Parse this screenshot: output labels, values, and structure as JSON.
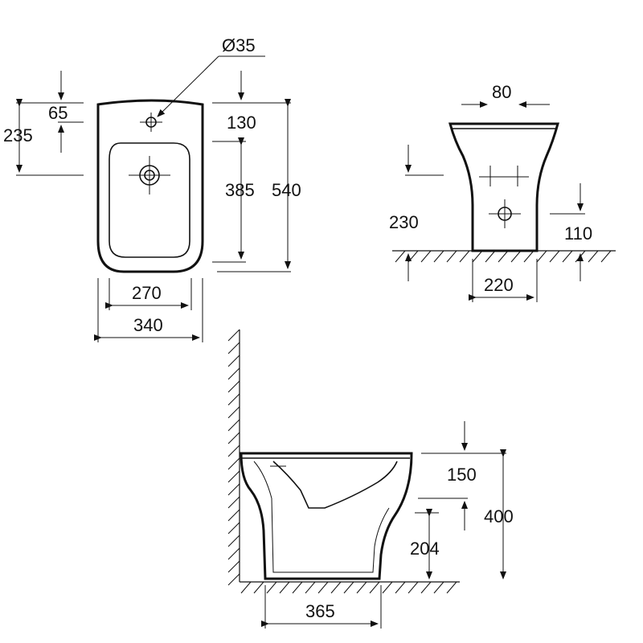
{
  "top_view": {
    "hole_diameter": "Ø35",
    "dim_65": "65",
    "dim_235": "235",
    "dim_130": "130",
    "dim_385": "385",
    "dim_540": "540",
    "dim_270": "270",
    "dim_340": "340"
  },
  "front_view": {
    "dim_80": "80",
    "dim_230": "230",
    "dim_110": "110",
    "dim_220": "220"
  },
  "side_view": {
    "dim_150": "150",
    "dim_400": "400",
    "dim_204": "204",
    "dim_365": "365"
  }
}
